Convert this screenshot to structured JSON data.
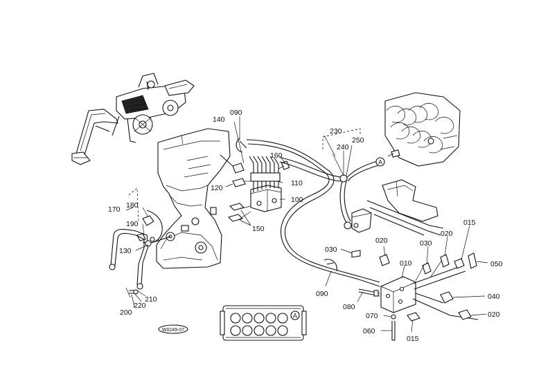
{
  "diagram": {
    "part_labels": {
      "p010": "010",
      "p015a": "015",
      "p015b": "015",
      "p020a": "020",
      "p020b": "020",
      "p020c": "020",
      "p030a": "030",
      "p030b": "030",
      "p040": "040",
      "p050": "050",
      "p060": "060",
      "p070": "070",
      "p080": "080",
      "p090a": "090",
      "p090b": "090",
      "p100": "100",
      "p110": "110",
      "p120": "120",
      "p130": "130",
      "p140": "140",
      "p150": "150",
      "p160": "160",
      "p170": "170",
      "p180": "180",
      "p190": "190",
      "p200": "200",
      "p210": "210",
      "p220": "220",
      "p230": "230",
      "p240": "240",
      "p250": "250"
    },
    "reference_marker_a": "A",
    "reference_marker_b": "A",
    "drawing_code": "W0249-07"
  }
}
